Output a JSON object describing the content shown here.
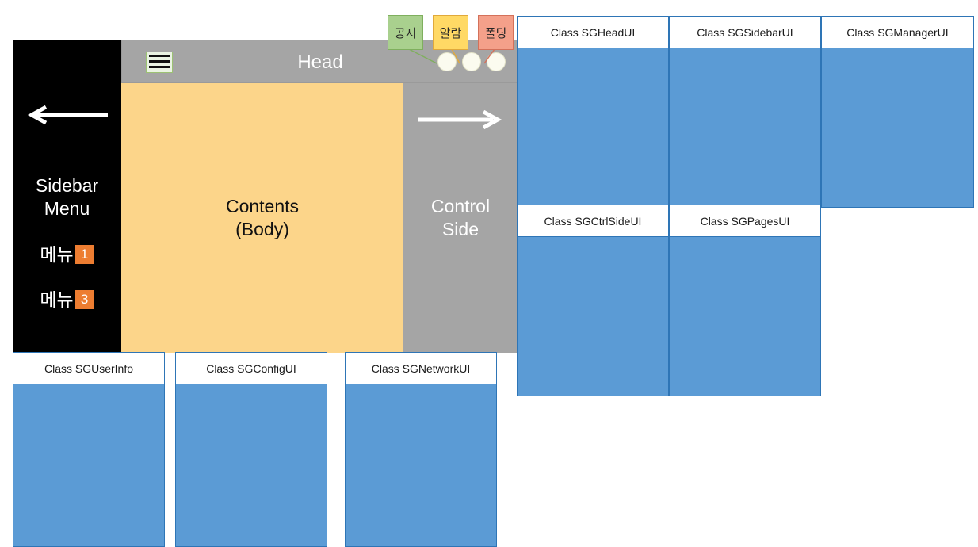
{
  "diagram": {
    "app_mock": {
      "sidebar": {
        "back_arrow_icon": "arrow-left-icon",
        "title": "Sidebar\nMenu",
        "menu_items": [
          {
            "label": "메뉴",
            "badge": "1"
          },
          {
            "label": "메뉴",
            "badge": "3"
          }
        ]
      },
      "head": {
        "title": "Head",
        "menu_icon": "hamburger-icon",
        "dots": [
          "dot-1",
          "dot-2",
          "dot-3"
        ]
      },
      "body": {
        "label": "Contents\n(Body)"
      },
      "control_side": {
        "label": "Control\nSide",
        "forward_arrow_icon": "arrow-right-icon"
      }
    },
    "callouts": [
      {
        "label": "공지",
        "color": "#A9D08E"
      },
      {
        "label": "알람",
        "color": "#FFD965"
      },
      {
        "label": "폴딩",
        "color": "#F4A08A"
      }
    ],
    "class_boxes": {
      "head": "Class SGHeadUI",
      "sidebar": "Class SGSidebarUI",
      "manager": "Class SGManagerUI",
      "ctrlside": "Class SGCtrlSideUI",
      "pages": "Class SGPagesUI",
      "userinfo": "Class SGUserInfo",
      "config": "Class SGConfigUI",
      "network": "Class SGNetworkUI"
    },
    "colors": {
      "class_box_fill": "#5B9BD5",
      "class_box_border": "#2E75B6",
      "head_gray": "#A5A5A5",
      "body_amber": "#FCD58A",
      "sidebar_black": "#000000",
      "badge_orange": "#ED7D31"
    }
  }
}
